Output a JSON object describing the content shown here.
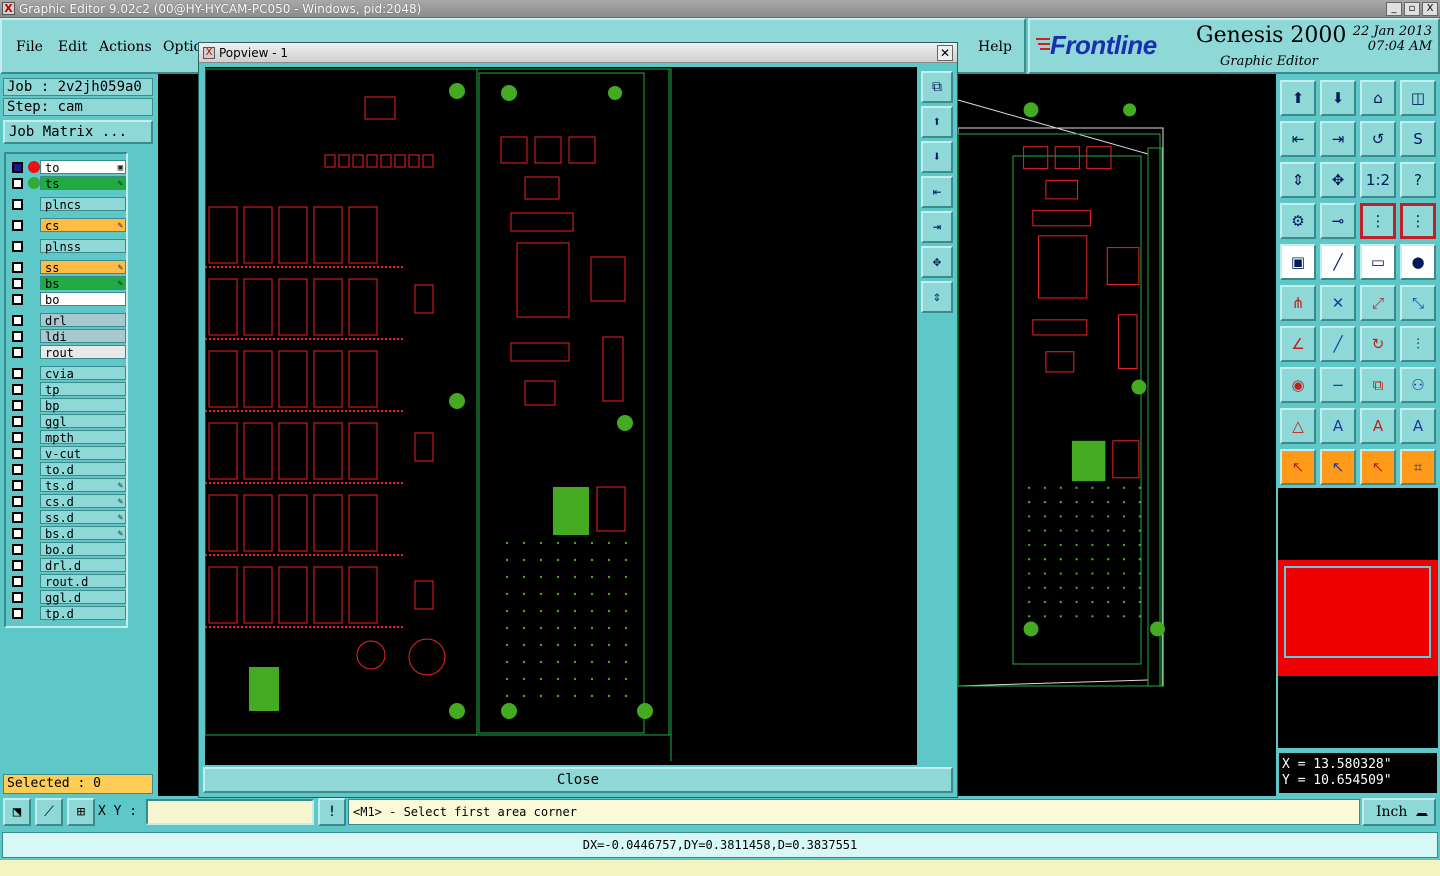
{
  "window": {
    "title": "Graphic Editor 9.02c2 (00@HY-HYCAM-PC050 - Windows, pid:2048)",
    "buttons": [
      "_",
      "▫",
      "X"
    ]
  },
  "menu": {
    "items": [
      "File",
      "Edit",
      "Actions",
      "Optio"
    ],
    "help": "Help"
  },
  "brand": {
    "logo": "Frontline",
    "product": "Genesis 2000",
    "subtitle": "Graphic Editor",
    "date": "22 Jan 2013",
    "time": "07:04 AM"
  },
  "job": {
    "job_label": "Job : 2v2jh059a0",
    "step_label": "Step: cam",
    "matrix_button": "Job Matrix ..."
  },
  "layers": [
    {
      "name": "to",
      "color": "#ffffff",
      "dot": "#ee1111",
      "active": true,
      "flag": "▣"
    },
    {
      "name": "ts",
      "color": "#22aa44",
      "dot": "#33aa33",
      "flag": "✎"
    },
    {
      "name": "plncs",
      "color": "#8fd8d8"
    },
    {
      "name": "cs",
      "color": "#ffbb44",
      "flag": "✎"
    },
    {
      "name": "plnss",
      "color": "#8fd8d8"
    },
    {
      "name": "ss",
      "color": "#ffbb44",
      "flag": "✎"
    },
    {
      "name": "bs",
      "color": "#22aa44",
      "flag": "✎"
    },
    {
      "name": "bo",
      "color": "#ffffff"
    },
    {
      "name": "drl",
      "color": "#a8c8d0"
    },
    {
      "name": "ldi",
      "color": "#a8c8d0"
    },
    {
      "name": "rout",
      "color": "#e8e8e8"
    },
    {
      "name": "cvia",
      "color": "#8fd8d8"
    },
    {
      "name": "tp",
      "color": "#8fd8d8"
    },
    {
      "name": "bp",
      "color": "#8fd8d8"
    },
    {
      "name": "ggl",
      "color": "#8fd8d8"
    },
    {
      "name": "mpth",
      "color": "#8fd8d8"
    },
    {
      "name": "v-cut",
      "color": "#8fd8d8"
    },
    {
      "name": "to.d",
      "color": "#8fd8d8"
    },
    {
      "name": "ts.d",
      "color": "#8fd8d8",
      "flag": "✎"
    },
    {
      "name": "cs.d",
      "color": "#8fd8d8",
      "flag": "✎"
    },
    {
      "name": "ss.d",
      "color": "#8fd8d8",
      "flag": "✎"
    },
    {
      "name": "bs.d",
      "color": "#8fd8d8",
      "flag": "✎"
    },
    {
      "name": "bo.d",
      "color": "#8fd8d8"
    },
    {
      "name": "drl.d",
      "color": "#8fd8d8"
    },
    {
      "name": "rout.d",
      "color": "#8fd8d8"
    },
    {
      "name": "ggl.d",
      "color": "#8fd8d8"
    },
    {
      "name": "tp.d",
      "color": "#8fd8d8"
    }
  ],
  "selected": "Selected : 0",
  "popview": {
    "title": "Popview - 1",
    "close_label": "Close"
  },
  "toolbar": {
    "icons": [
      "zoom-home-icon",
      "zoom-in-icon",
      "home-icon",
      "split-view-icon",
      "pan-left-icon",
      "pan-right-icon",
      "reset-icon",
      "snap-icon",
      "zoom-fit-icon",
      "center-icon",
      "scale-icon",
      "help-icon",
      "filter-icon",
      "measure-icon",
      "layers-red-icon",
      "layers-red-alt-icon",
      "select-icon",
      "line-icon",
      "ruler-icon",
      "pad-icon",
      "connect-icon",
      "cross-icon",
      "move-icon",
      "drag-icon",
      "angle-icon",
      "slant-icon",
      "rotate-icon",
      "mirror-icon",
      "shape-icon",
      "minus-icon",
      "frame-icon",
      "array-icon",
      "outline-icon",
      "triangle-icon",
      "triangle-alt-icon",
      "triangle-edit-icon",
      "pointer-icon",
      "pointer-select-icon",
      "pointer-edit-icon",
      "route-icon"
    ],
    "glyphs": [
      "⬆",
      "⬇",
      "⌂",
      "◫",
      "⇤",
      "⇥",
      "↺",
      "S",
      "⇕",
      "✥",
      "1:2",
      "?",
      "⚙",
      "⊸",
      "⋮",
      "⋮",
      "▣",
      "╱",
      "▭",
      "●",
      "⋔",
      "✕",
      "⤢",
      "⤡",
      "∠",
      "╱",
      "↻",
      "⫶",
      "◉",
      "−",
      "⧉",
      "⚇",
      "△",
      "A",
      "A",
      "A",
      "↖",
      "↖",
      "↖",
      "⌗"
    ]
  },
  "coords": {
    "x": "X = 13.580328\"",
    "y": "Y = 10.654509\""
  },
  "prompt": {
    "xy_label": "X Y :",
    "xy_value": "",
    "message": "<M1> - Select first area corner",
    "units": "Inch"
  },
  "status": "DX=-0.0446757,DY=0.3811458,D=0.3837551",
  "colors": {
    "panel": "#5ec8c8",
    "button": "#8fd8d8",
    "pcb_copper": "#ee2222",
    "pcb_pad": "#44aa22",
    "pcb_outline": "#22aa44"
  }
}
